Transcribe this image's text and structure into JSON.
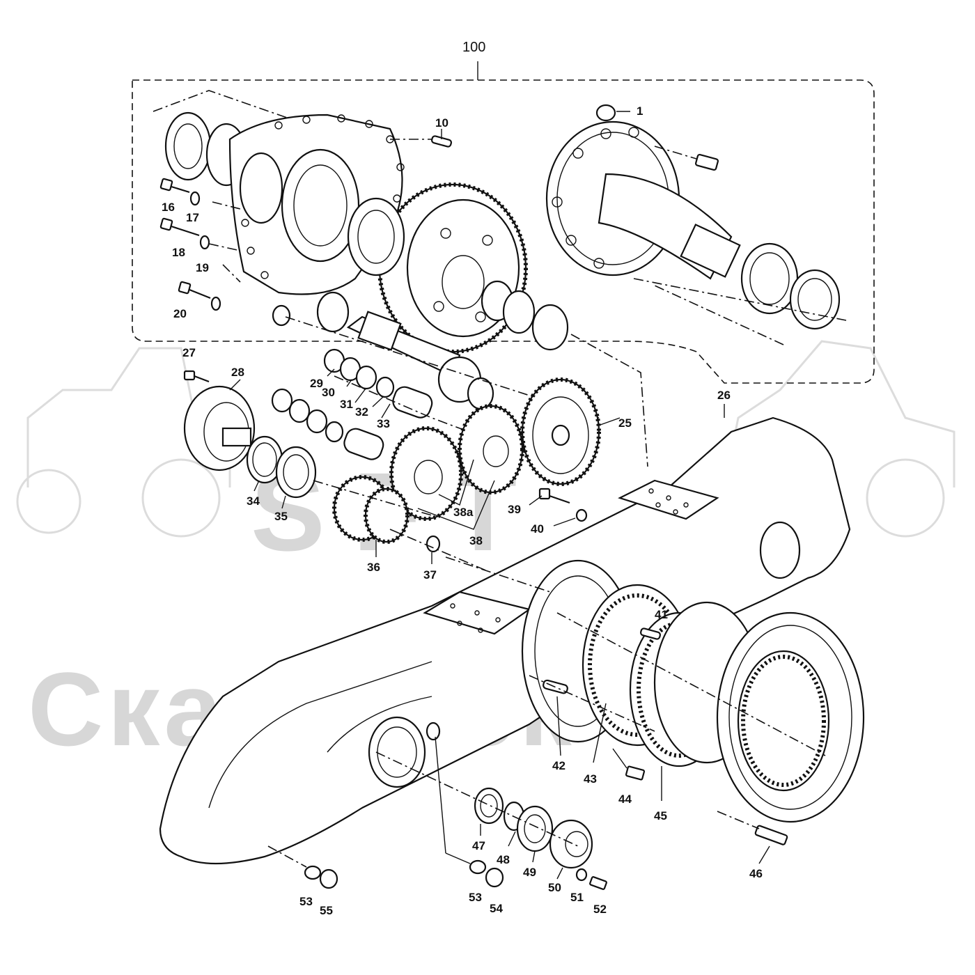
{
  "watermark": {
    "line1": "SFT",
    "line2": "Сканфрек"
  },
  "callouts": {
    "c100": "100",
    "c1": "1",
    "c10": "10",
    "c16": "16",
    "c17": "17",
    "c18": "18",
    "c19": "19",
    "c20": "20",
    "c25": "25",
    "c26": "26",
    "c27": "27",
    "c28": "28",
    "c29": "29",
    "c30": "30",
    "c31": "31",
    "c32": "32",
    "c33": "33",
    "c34": "34",
    "c35": "35",
    "c36": "36",
    "c37": "37",
    "c38": "38",
    "c38a": "38a",
    "c39": "39",
    "c40": "40",
    "c41": "41",
    "c42": "42",
    "c43": "43",
    "c44": "44",
    "c45": "45",
    "c46": "46",
    "c47": "47",
    "c48": "48",
    "c49": "49",
    "c50": "50",
    "c51": "51",
    "c52": "52",
    "c53a": "53",
    "c53b": "53",
    "c54": "54",
    "c55": "55"
  }
}
